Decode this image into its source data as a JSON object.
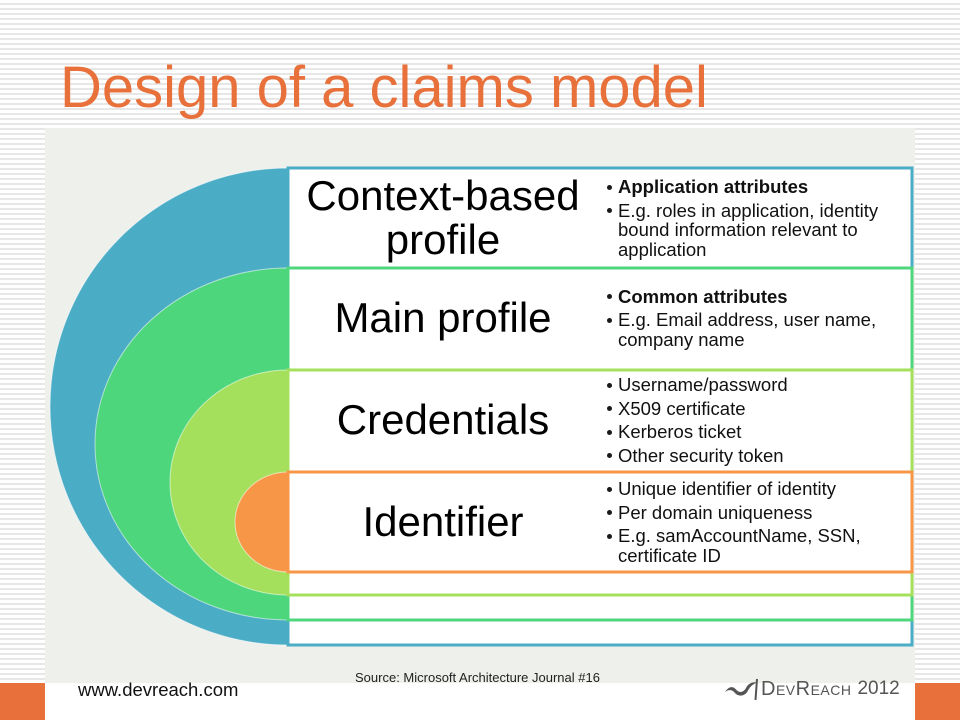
{
  "theme": {
    "accent": "#E8703A"
  },
  "slide": {
    "title": "Design of a claims model"
  },
  "layers": [
    {
      "label": "Context-based profile",
      "color": "#4BACC6",
      "bullets": [
        "Application attributes",
        "E.g. roles in application, identity bound information relevant to application"
      ]
    },
    {
      "label": "Main profile",
      "color": "#4DD67B",
      "bullets": [
        "Common attributes",
        "E.g. Email address, user name, company name"
      ]
    },
    {
      "label": "Credentials",
      "color": "#A5E05C",
      "bullets": [
        "Username/password",
        "X509 certificate",
        "Kerberos ticket",
        "Other security token"
      ]
    },
    {
      "label": "Identifier",
      "color": "#F79646",
      "bullets": [
        "Unique identifier of identity",
        "Per domain uniqueness",
        "E.g. samAccountName, SSN, certificate ID"
      ]
    }
  ],
  "footer": {
    "url": "www.devreach.com",
    "source": "Source: Microsoft Architecture Journal #16",
    "logo": {
      "icon": "devreach-swoosh-icon",
      "wordmark": "DevReach",
      "year": "2012"
    }
  }
}
